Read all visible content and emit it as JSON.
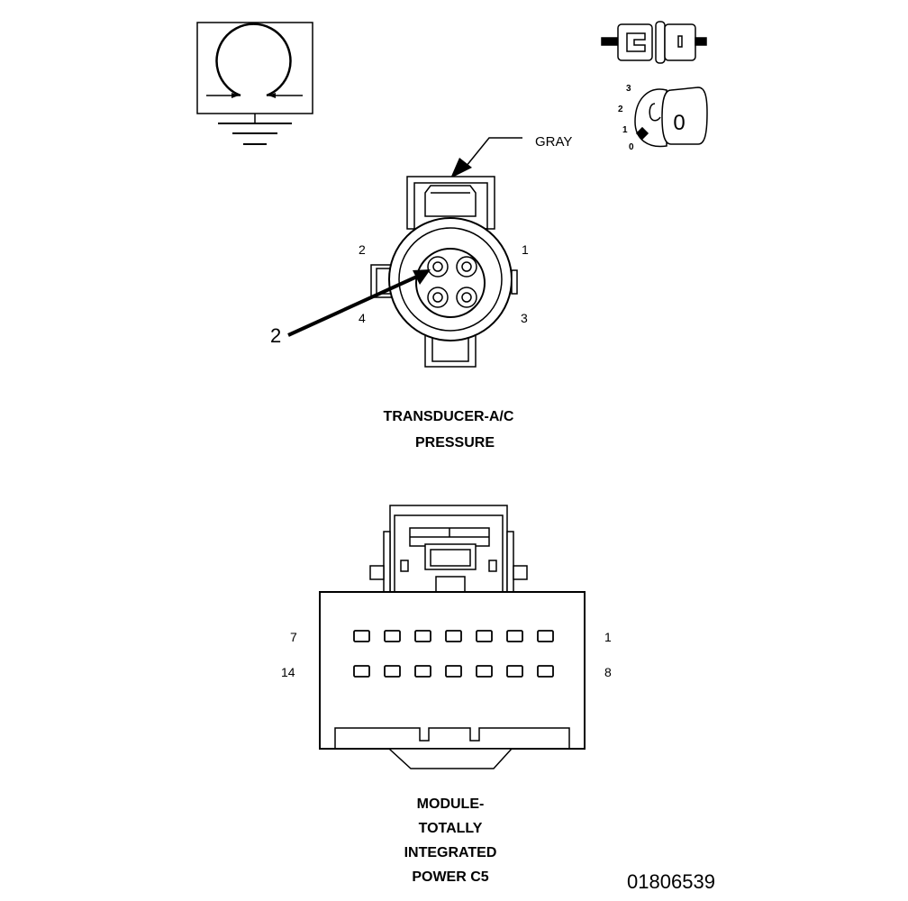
{
  "ground_icon": {
    "name": "ground-symbol"
  },
  "ignition_icon": {
    "positions": [
      "3",
      "2",
      "1",
      "0"
    ],
    "key_label": "0"
  },
  "transducer": {
    "wire_color_label": "GRAY",
    "pin_labels": {
      "p1": "1",
      "p2": "2",
      "p3": "3",
      "p4": "4"
    },
    "callout_number": "2",
    "title_line1": "TRANSDUCER-A/C",
    "title_line2": "PRESSURE"
  },
  "module_connector": {
    "row_labels": {
      "top_left": "7",
      "top_right": "1",
      "bottom_left": "14",
      "bottom_right": "8"
    },
    "pins_per_row": 7,
    "title_lines": [
      "MODULE-",
      "TOTALLY",
      "INTEGRATED",
      "POWER C5"
    ]
  },
  "figure_id": "01806539"
}
